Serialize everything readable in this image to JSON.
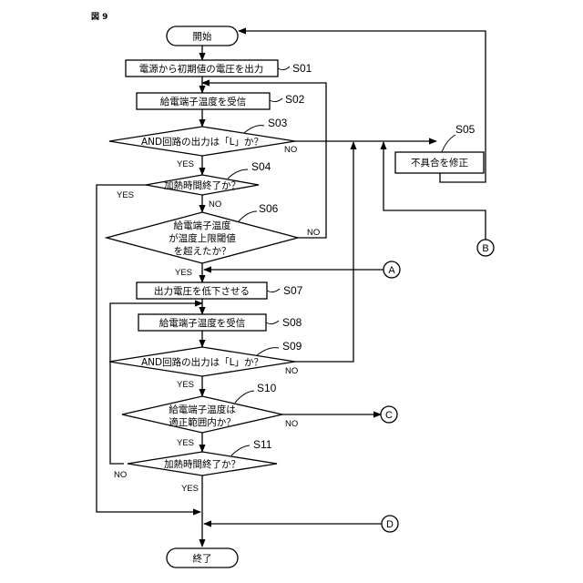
{
  "figure_label": "図 9",
  "start": "開始",
  "end": "終了",
  "steps": {
    "s01": {
      "text": "電源から初期値の電圧を出力",
      "id": "S01"
    },
    "s02": {
      "text": "給電端子温度を受信",
      "id": "S02"
    },
    "s03": {
      "text": "AND回路の出力は「L」か？",
      "id": "S03"
    },
    "s04": {
      "text": "加熱時間終了か？",
      "id": "S04"
    },
    "s05": {
      "text": "不具合を修正",
      "id": "S05"
    },
    "s06": {
      "lines": [
        "給電端子温度",
        "が温度上限閾値",
        "を超えたか？"
      ],
      "id": "S06"
    },
    "s07": {
      "text": "出力電圧を低下させる",
      "id": "S07"
    },
    "s08": {
      "text": "給電端子温度を受信",
      "id": "S08"
    },
    "s09": {
      "text": "AND回路の出力は「L」か？",
      "id": "S09"
    },
    "s10": {
      "lines": [
        "給電端子温度は",
        "適正範囲内か？"
      ],
      "id": "S10"
    },
    "s11": {
      "text": "加熱時間終了か？",
      "id": "S11"
    }
  },
  "labels": {
    "yes": "YES",
    "no": "NO"
  },
  "connectors": {
    "a": "A",
    "b": "B",
    "c": "C",
    "d": "D"
  }
}
